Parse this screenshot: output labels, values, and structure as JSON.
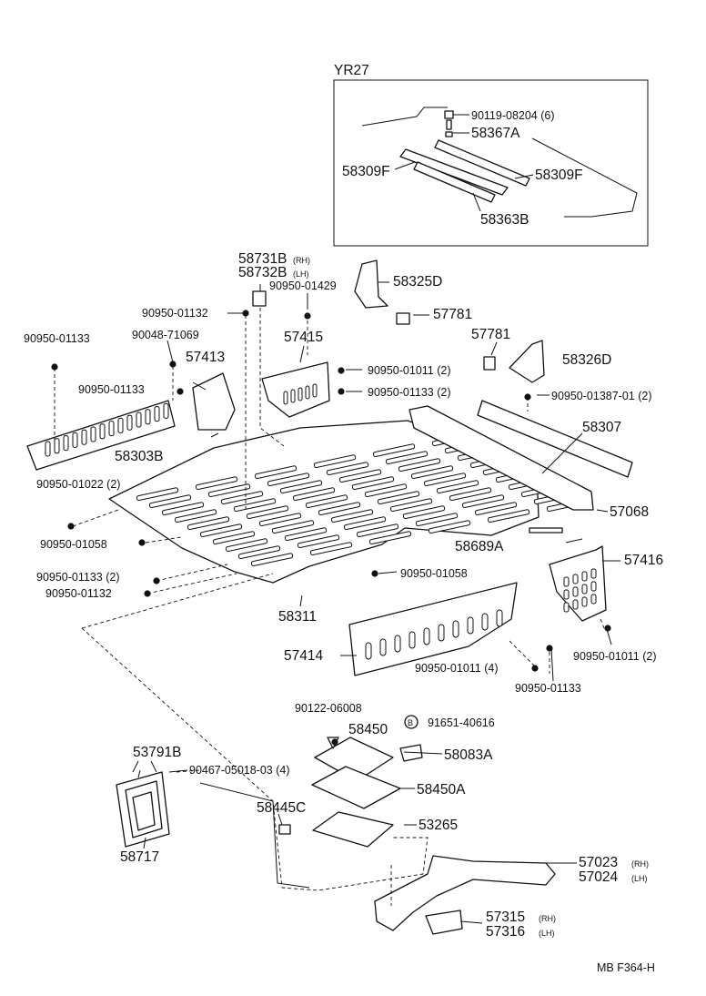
{
  "inset": {
    "title": "YR27",
    "labels": [
      "90119-08204 (6)",
      "58367A",
      "58309F",
      "58309F",
      "58363B"
    ]
  },
  "callouts": {
    "p58731B": "58731B",
    "p58731B_side": "(RH)",
    "p58732B": "58732B",
    "p58732B_side": "(LH)",
    "p58325D": "58325D",
    "p90950_01429": "90950-01429",
    "p90950_01132_top": "90950-01132",
    "p57781_a": "57781",
    "p57781_b": "57781",
    "p90950_01133_left": "90950-01133",
    "p90048_71069": "90048-71069",
    "p57413": "57413",
    "p57415": "57415",
    "p58326D": "58326D",
    "p90950_01011_2_top": "90950-01011 (2)",
    "p90950_01133_2_top": "90950-01133 (2)",
    "p90950_01387": "90950-01387-01 (2)",
    "p90950_01133_mid": "90950-01133",
    "p58307": "58307",
    "p58303B": "58303B",
    "p90950_01022": "90950-01022 (2)",
    "p57068": "57068",
    "p90950_01058_left": "90950-01058",
    "p58689A": "58689A",
    "p57416": "57416",
    "p90950_01133_2_low": "90950-01133 (2)",
    "p90950_01058_mid": "90950-01058",
    "p90950_01132_low": "90950-01132",
    "p58311": "58311",
    "p90950_01011_2_right": "90950-01011 (2)",
    "p57414": "57414",
    "p90950_01011_4": "90950-01011 (4)",
    "p90950_01133_bottom": "90950-01133",
    "p90122_06008": "90122-06008",
    "p58450": "58450",
    "p91651_40616": "91651-40616",
    "p53791B": "53791B",
    "p90467": "90467-05018-03 (4)",
    "p58083A": "58083A",
    "p58450A": "58450A",
    "p58445C": "58445C",
    "p53265": "53265",
    "p58717": "58717",
    "p57023": "57023",
    "p57023_side": "(RH)",
    "p57024": "57024",
    "p57024_side": "(LH)",
    "p57315": "57315",
    "p57315_side": "(RH)",
    "p57316": "57316",
    "p57316_side": "(LH)",
    "circle_letter": "B"
  },
  "footer": {
    "code": "MB  F364-H"
  },
  "colors": {
    "ink": "#111111",
    "paper": "#ffffff"
  }
}
